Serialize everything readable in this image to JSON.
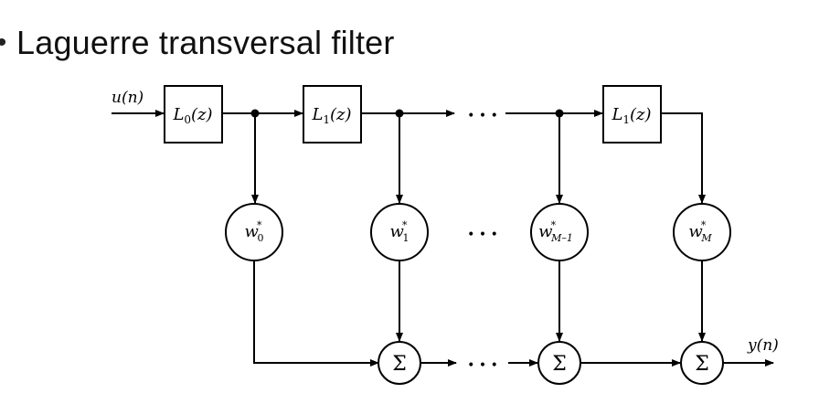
{
  "slide": {
    "bullet": "•",
    "title": "Laguerre transversal filter"
  },
  "diagram": {
    "input_label": "u(n)",
    "output_label": "y(n)",
    "blocks": [
      {
        "name": "L",
        "sub": "0",
        "arg": "(z)"
      },
      {
        "name": "L",
        "sub": "1",
        "arg": "(z)"
      },
      {
        "name": "L",
        "sub": "1",
        "arg": "(z)"
      }
    ],
    "weights": [
      {
        "base": "w",
        "sup": "*",
        "sub": "0"
      },
      {
        "base": "w",
        "sup": "*",
        "sub": "1"
      },
      {
        "base": "w",
        "sup": "*",
        "sub": "M–1"
      },
      {
        "base": "w",
        "sup": "*",
        "sub": "M"
      }
    ],
    "summer_symbol": "Σ",
    "ellipsis": "• • •"
  }
}
